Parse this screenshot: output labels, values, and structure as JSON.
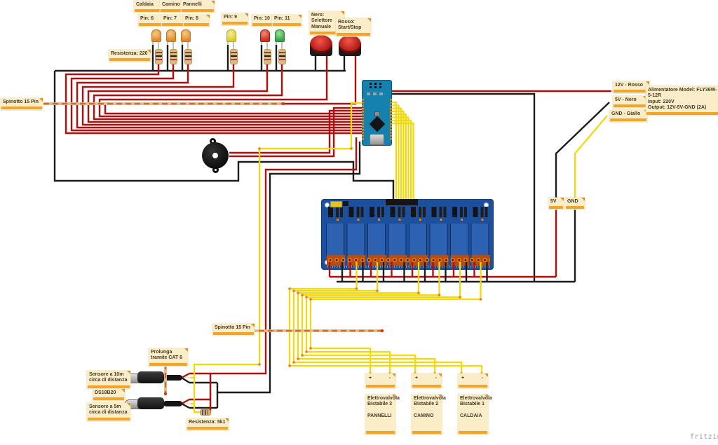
{
  "labels": {
    "caldaia": "Caldaia",
    "camino": "Camino",
    "pannelli": "Pannelli",
    "pin6": "Pin: 6",
    "pin7": "Pin: 7",
    "pin8": "Pin: 8",
    "pin9": "Pin: 9",
    "pin10": "Pin: 10",
    "pin11": "Pin: 11",
    "nero_selettore": "Nero:\nSelettore\nManuale",
    "rosso_startstop": "Rosso:\nStart/Stop",
    "resistenza_220": "Resistenza: 220",
    "spinotto_15_pin_top": "Spinotto 15 Pin",
    "v12_rosso": "12V - Rosso",
    "v5_nero": "5V - Nero",
    "gnd_giallo": "GND - Giallo",
    "alimentatore": "Alimentatore Model: FLY36W-5-12R\nInput: 220V\nOutput:  12V-5V-GND (2A)",
    "v5_tag": "5V",
    "gnd_tag": "GND",
    "spinotto_15_pin_mid": "Spinotto 15 Pin",
    "prolunga_cat6": "Prolunga\ntramite CAT 6",
    "sensore_10m": "Sensore a 10m\ncirca di distanza",
    "ds18b20": "DS18B20",
    "sensore_5m": "Sensore a 5m\ncirca di distanza",
    "resistenza_5k1": "Resistenza: 5k1",
    "plus": "+",
    "minus": "-",
    "ev3": "Elettrovalvola\nBistabile 3\n\nPANNELLI",
    "ev2": "Elettrovalvola\nBistabile 2\n\nCAMINO",
    "ev1": "Elettrovalvola\nBistabile 1\n\nCALDAIA"
  },
  "watermark": "fritzing",
  "colors": {
    "wire_red": "#b30d0d",
    "wire_black": "#1c1c1c",
    "wire_yellow": "#f5d905",
    "note_bg": "#fcedc9",
    "note_bar": "#f2a42d",
    "arduino_blue": "#1581ad",
    "relay_blue": "#1c4f9c",
    "connector_dash": "#e2661a"
  }
}
